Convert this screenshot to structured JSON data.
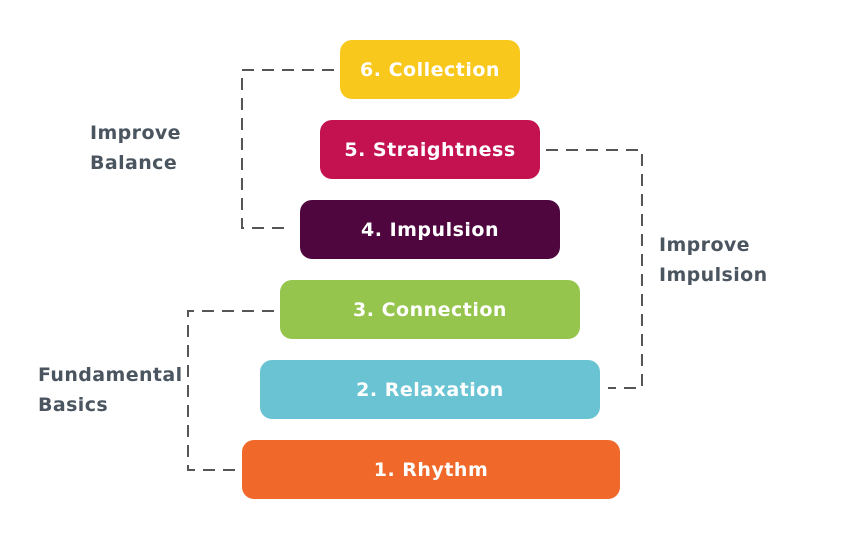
{
  "levels": [
    {
      "number": "6",
      "label": "6. Collection",
      "color": "#f8c81c"
    },
    {
      "number": "5",
      "label": "5. Straightness",
      "color": "#c3124f"
    },
    {
      "number": "4",
      "label": "4. Impulsion",
      "color": "#4f063e"
    },
    {
      "number": "3",
      "label": "3. Connection",
      "color": "#95c54c"
    },
    {
      "number": "2",
      "label": "2. Relaxation",
      "color": "#6ac3d3"
    },
    {
      "number": "1",
      "label": "1. Rhythm",
      "color": "#f0692b"
    }
  ],
  "groups": {
    "improve_balance": {
      "lines": [
        "Improve",
        "Balance"
      ],
      "levels": [
        "6",
        "4"
      ]
    },
    "improve_impulsion": {
      "lines": [
        "Improve",
        "Impulsion"
      ],
      "levels": [
        "5",
        "2"
      ]
    },
    "fundamental_basics": {
      "lines": [
        "Fundamental",
        "Basics"
      ],
      "levels": [
        "3",
        "1"
      ]
    }
  },
  "colors": {
    "label_text": "#4a5560",
    "connector": "#555555"
  }
}
